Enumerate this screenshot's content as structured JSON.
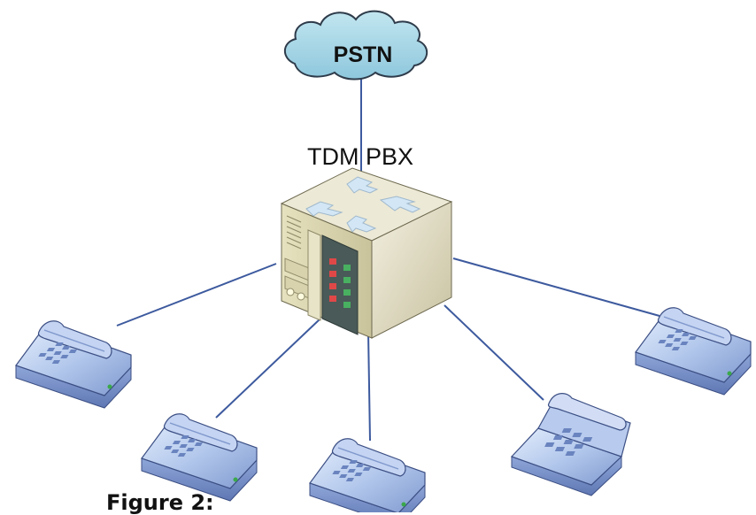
{
  "cloud": {
    "label": "PSTN",
    "color": "#a8d8e8"
  },
  "pbx": {
    "label": "TDM PBX"
  },
  "phones": [
    {
      "id": "phone-left"
    },
    {
      "id": "phone-lower-left"
    },
    {
      "id": "phone-bottom"
    },
    {
      "id": "phone-lower-right"
    },
    {
      "id": "phone-right"
    }
  ],
  "link_color": "#3d5a9e",
  "caption": "Figure 2:"
}
